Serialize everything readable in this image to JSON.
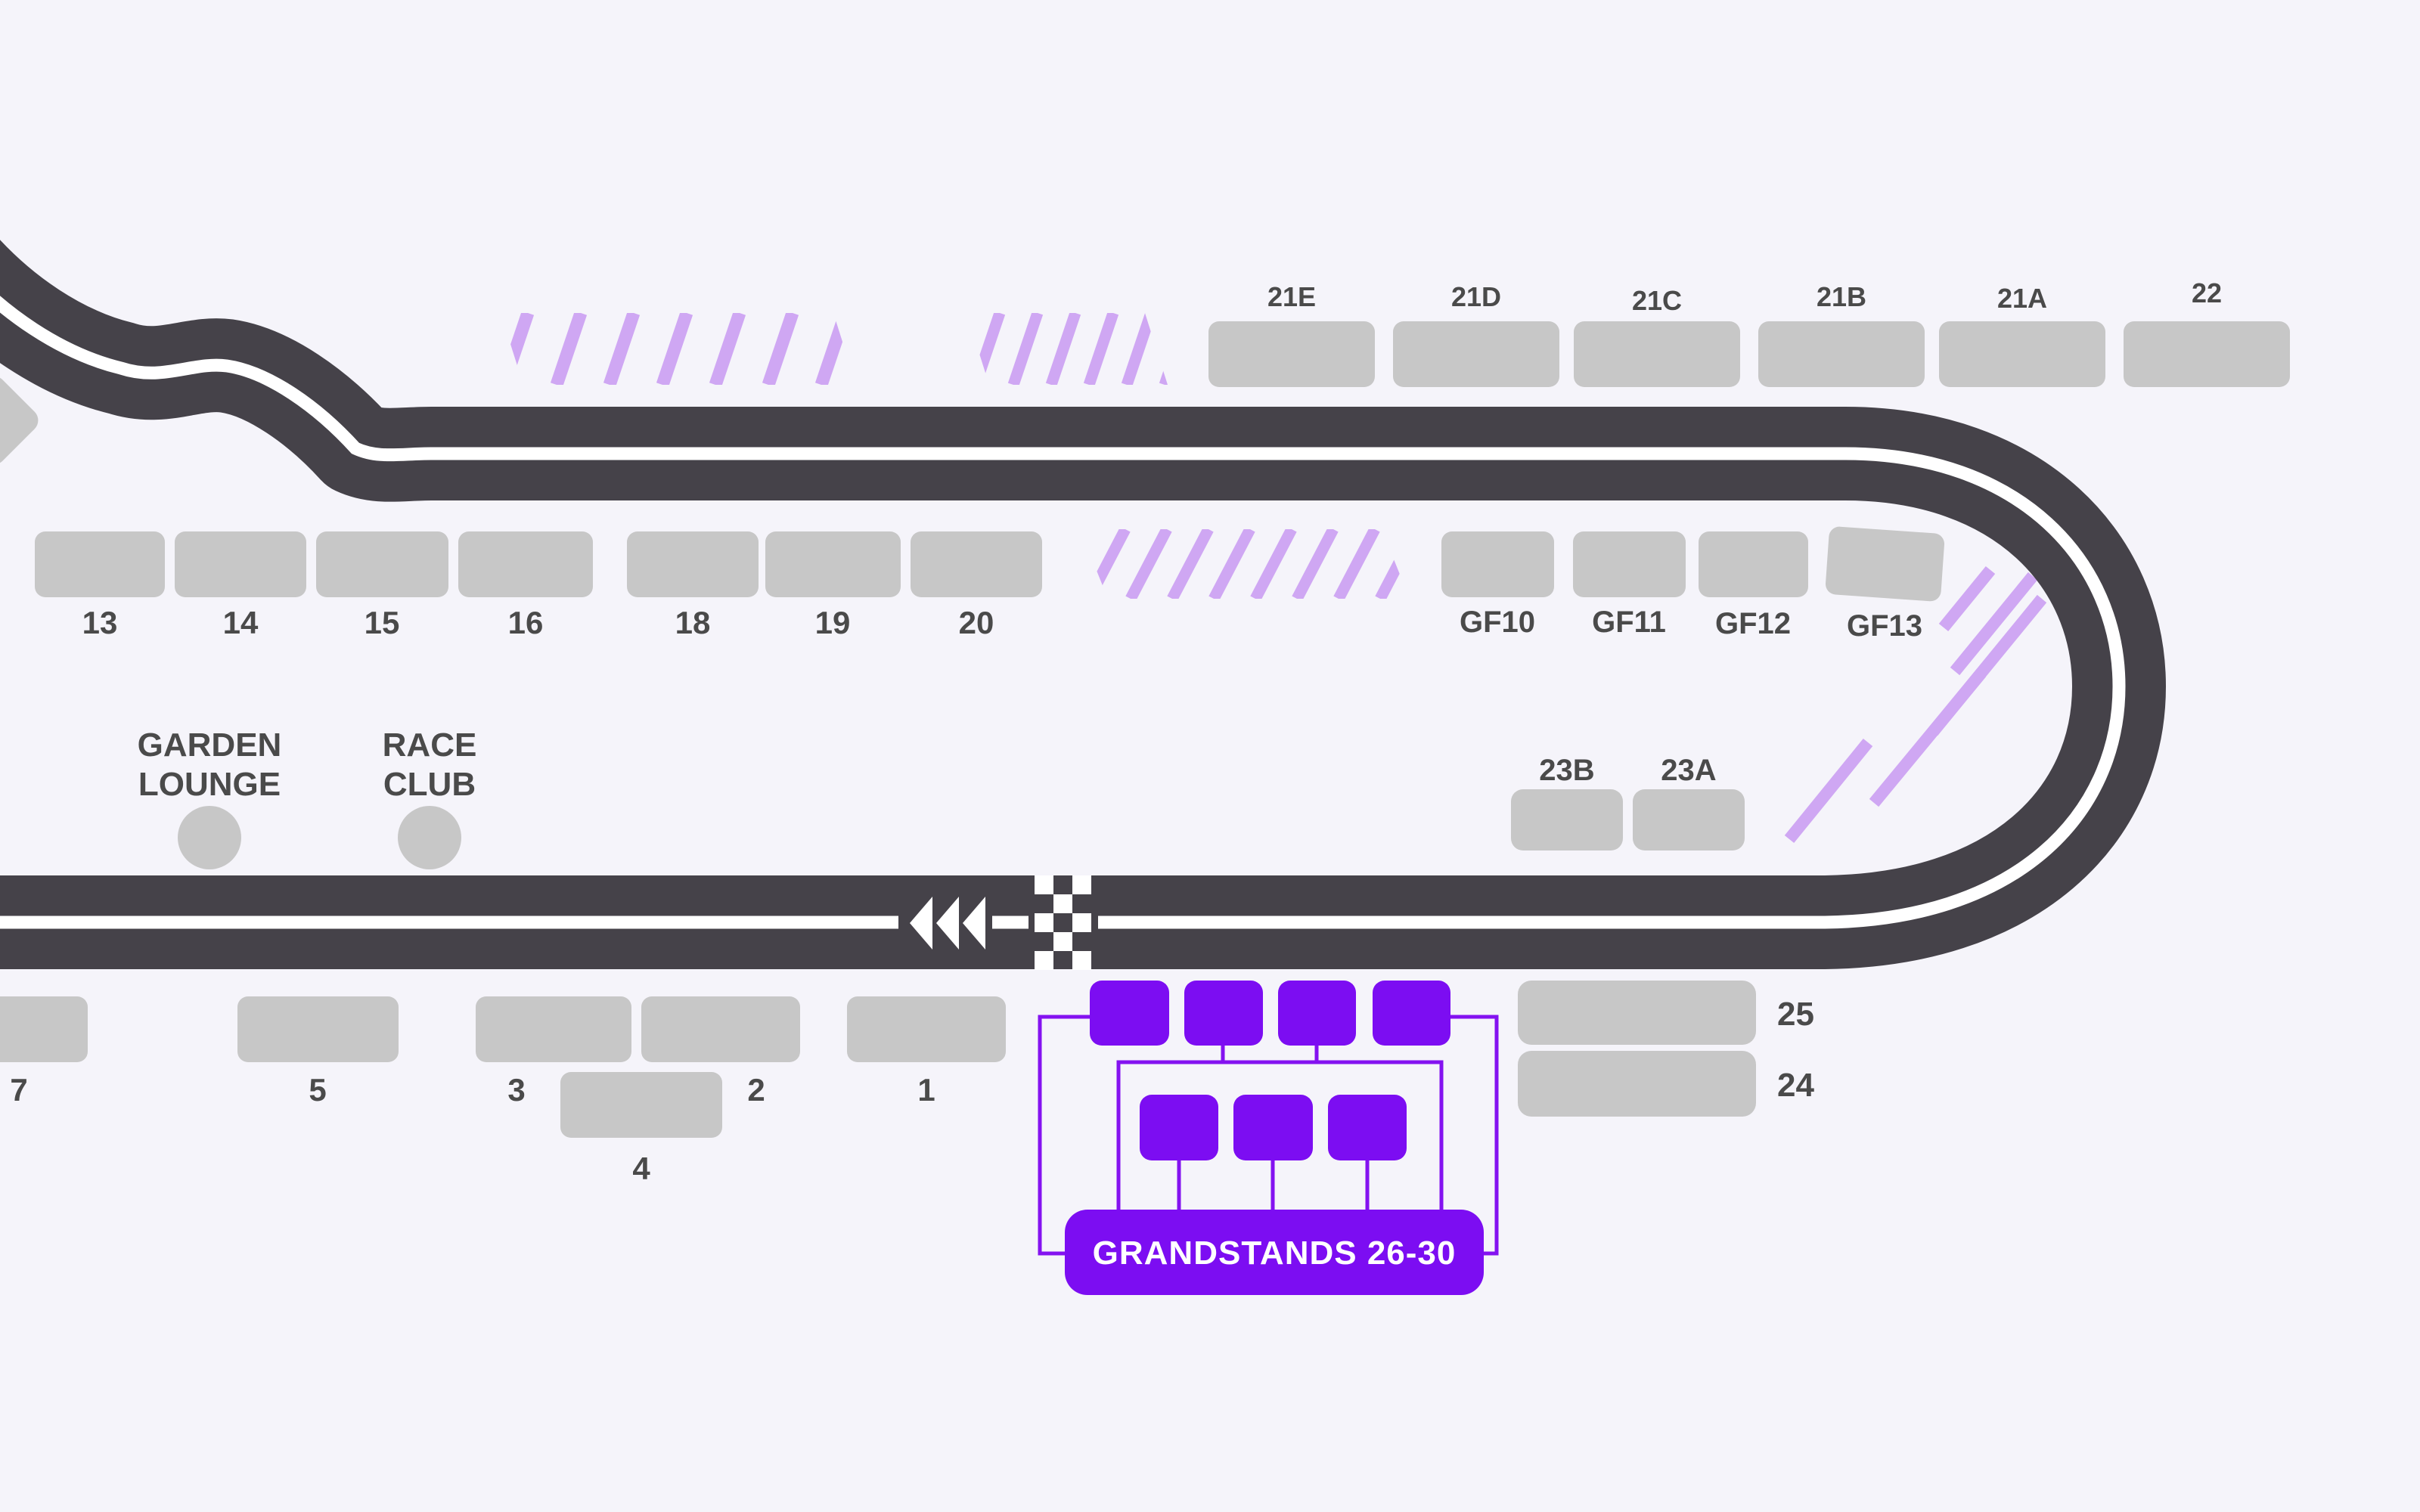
{
  "map": {
    "type": "circuit-seating-map",
    "highlight": {
      "label": "GRANDSTANDS 26-30"
    },
    "stands": {
      "row_21": [
        "21E",
        "21D",
        "21C",
        "21B",
        "21A",
        "22"
      ],
      "row_13_20": [
        "13",
        "14",
        "15",
        "16",
        "18",
        "19",
        "20"
      ],
      "gf_row": [
        "GF10",
        "GF11",
        "GF12",
        "GF13"
      ],
      "row_23": [
        "23B",
        "23A"
      ],
      "side_row": [
        "25",
        "24"
      ],
      "bottom_row": [
        "7",
        "5",
        "3",
        "2",
        "1",
        "4"
      ]
    },
    "venues": {
      "garden_lounge": {
        "line1": "GARDEN",
        "line2": "LOUNGE"
      },
      "race_club": {
        "line1": "RACE",
        "line2": "CLUB"
      }
    },
    "icons": [
      "finish-line-icon",
      "direction-arrows-icon",
      "pit-marker-icon"
    ],
    "colors": {
      "background": "#f5f4fa",
      "track": "#454249",
      "track_line": "#ffffff",
      "stand_gray": "#c7c7c7",
      "label_text": "#4a4a4a",
      "accent_purple": "#7c0df2",
      "connector_purple": "#8412f0",
      "hatch_purple": "#cfa7f3",
      "highlight_text": "#ffffff"
    }
  }
}
